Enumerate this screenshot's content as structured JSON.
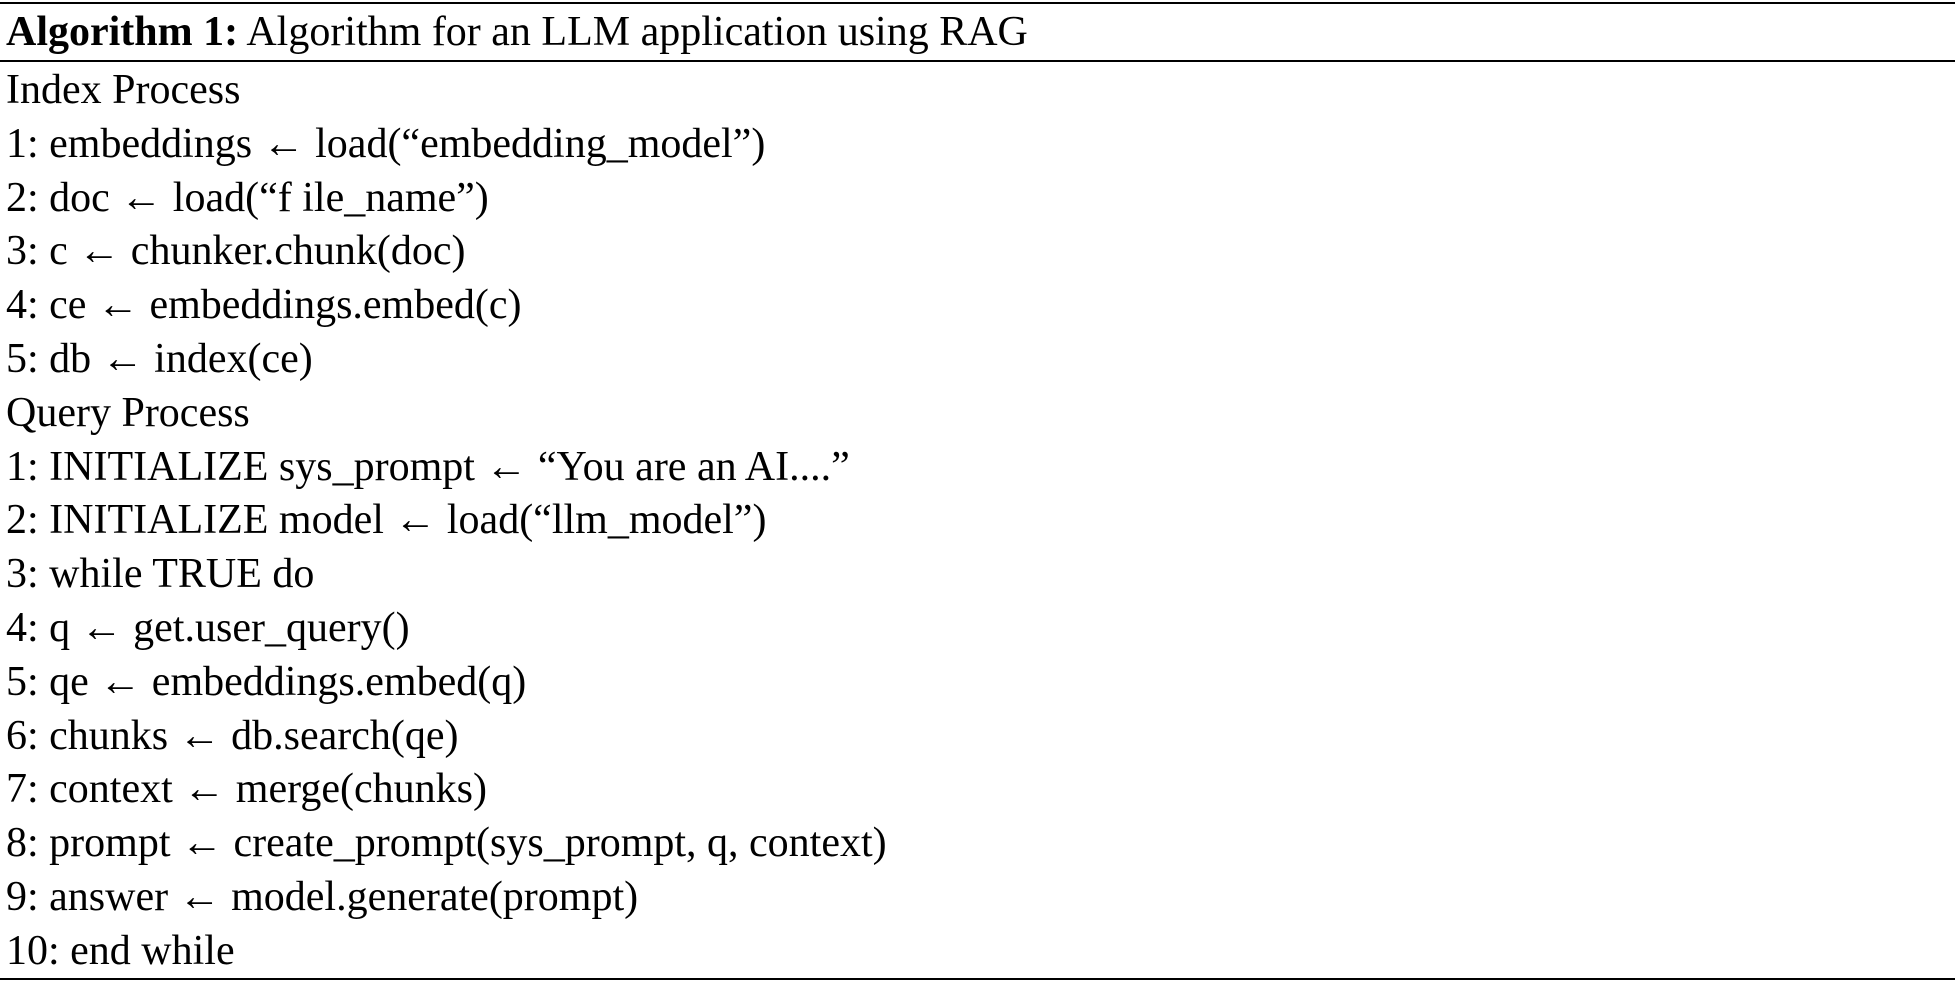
{
  "algorithm": {
    "label": "Algorithm 1:",
    "title": "Algorithm for an LLM application using RAG"
  },
  "lines": [
    "Index Process",
    "1: embeddings ← load(“embedding_model”)",
    "2: doc ← load(“f ile_name”)",
    "3: c ← chunker.chunk(doc)",
    "4: ce ← embeddings.embed(c)",
    "5: db ← index(ce)",
    "Query Process",
    "1: INITIALIZE sys_prompt ← “You are an AI....”",
    "2: INITIALIZE model ← load(“llm_model”)",
    "3: while TRUE do",
    "4: q ← get.user_query()",
    "5: qe ← embeddings.embed(q)",
    "6: chunks ← db.search(qe)",
    "7: context ← merge(chunks)",
    "8: prompt ← create_prompt(sys_prompt, q, context)",
    "9: answer ← model.generate(prompt)",
    "10: end while"
  ]
}
